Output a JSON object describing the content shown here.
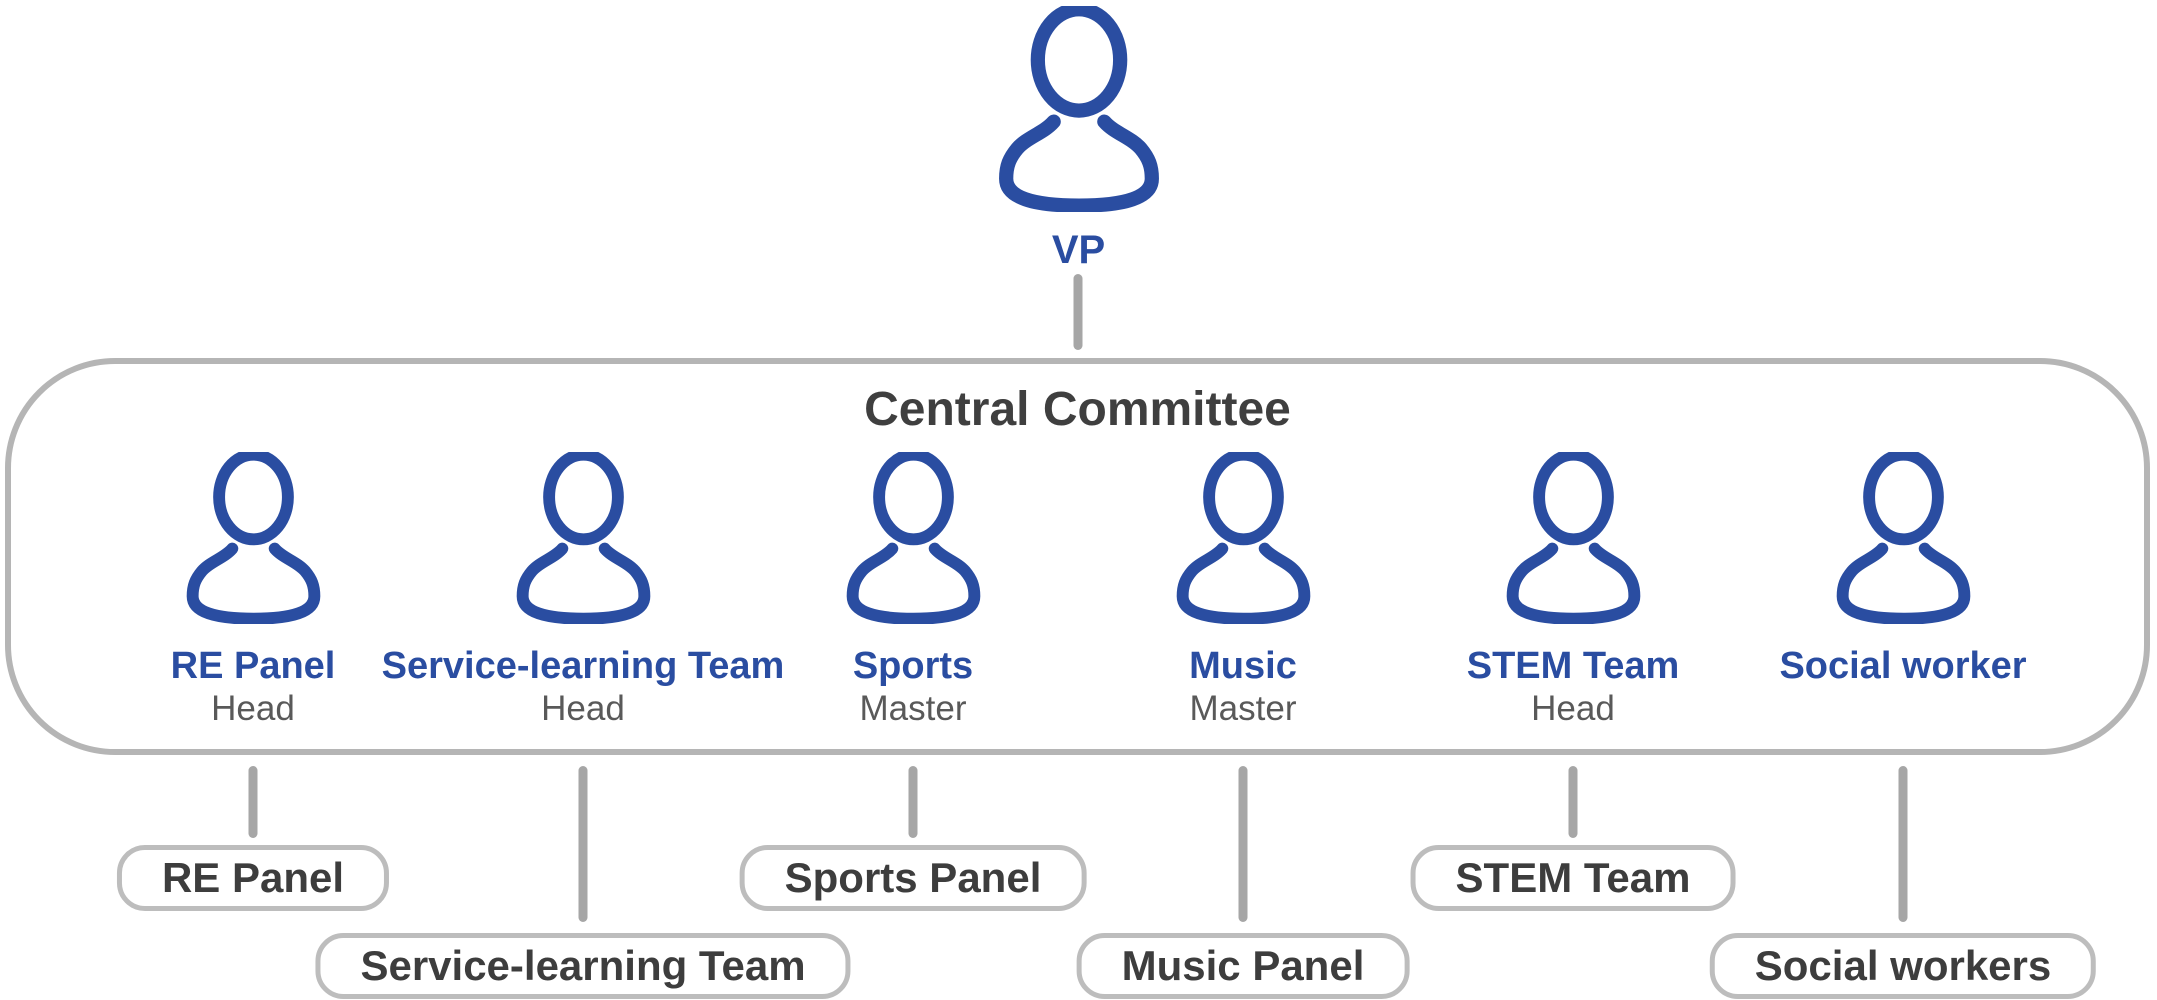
{
  "colors": {
    "blue": "#2a4da1",
    "title": "#3f3f3f",
    "secondary": "#595959",
    "boxtext": "#3d3d3d",
    "border": "#b5b5b5",
    "boxborder": "#bdbdbd",
    "line": "#a6a6a6"
  },
  "vp": {
    "label": "VP"
  },
  "committee": {
    "title": "Central Committee",
    "members": [
      {
        "name": "RE Panel",
        "role": "Head"
      },
      {
        "name": "Service-learning Team",
        "role": "Head"
      },
      {
        "name": "Sports",
        "role": "Master"
      },
      {
        "name": "Music",
        "role": "Master"
      },
      {
        "name": "STEM Team",
        "role": "Head"
      },
      {
        "name": "Social worker",
        "role": ""
      }
    ]
  },
  "subunits": [
    {
      "label": "RE Panel"
    },
    {
      "label": "Service-learning Team"
    },
    {
      "label": "Sports Panel"
    },
    {
      "label": "Music Panel"
    },
    {
      "label": "STEM Team"
    },
    {
      "label": "Social workers"
    }
  ]
}
